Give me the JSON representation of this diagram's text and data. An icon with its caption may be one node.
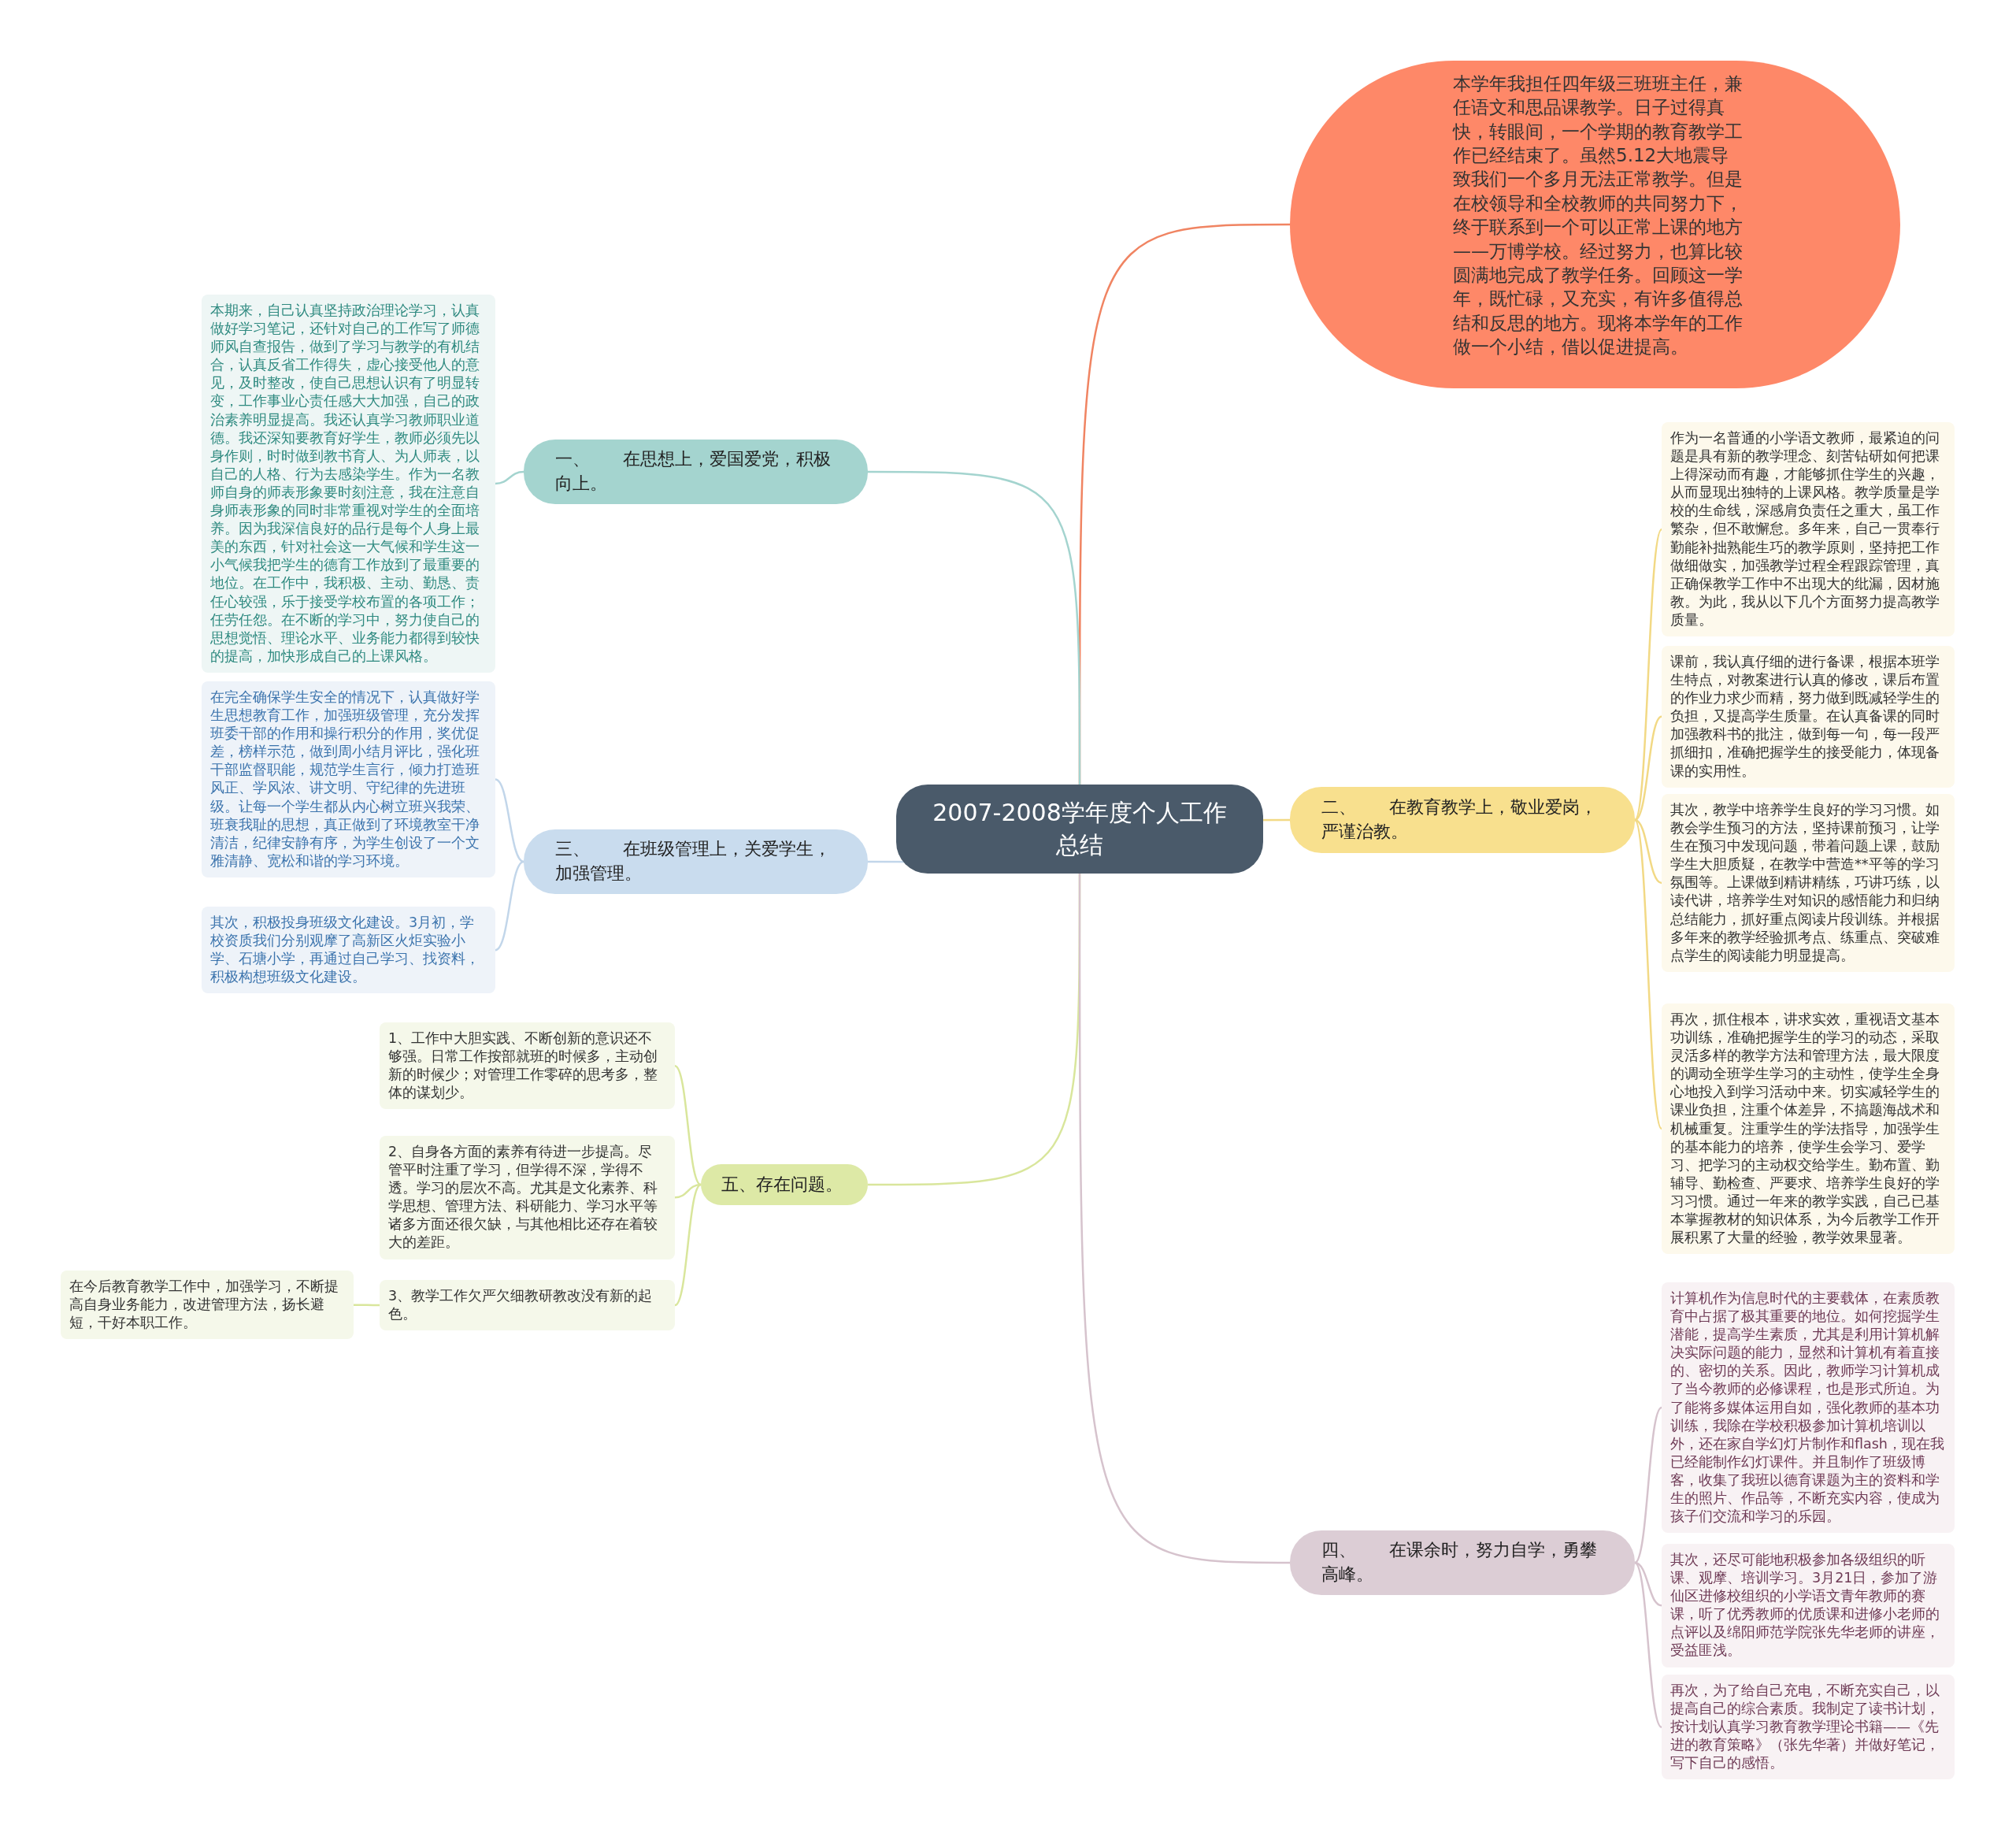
{
  "diagram": {
    "nodes": [
      {
        "text": [
          "2007-2008学年度个人工作总结"
        ]
      },
      {
        "text": [
          "本学年我担任四年级三班班主任，兼任语文和思品课教学。日子过得真快，转眼间，一个学期的教育教学工作已经结束了。虽然5.12大地震导致我们一个多月无法正常教学。但是在校领导和全校教师的共同努力下，终于联系到一个可以正常上课的地方——万博学校。经过努力，也算比较圆满地完成了教学任务。回顾这一学年，既忙碌，又充实，有许多值得总结和反思的地方。现将本学年的工作做一个小结，借以促进提高。"
        ]
      },
      {
        "text": [
          "一、      在思想上，爱国爱党，积极向上。"
        ]
      },
      {
        "text": [
          "本期来，自己认真坚持政治理论学习，认真做好学习笔记，还针对自己的工作写了师德师风自查报告，做到了学习与教学的有机结合，认真反省工作得失，虚心接受他人的意见，及时整改，使自己思想认识有了明显转变，工作事业心责任感大大加强，自己的政治素养明显提高。我还认真学习教师职业道德。我还深知要教育好学生，教师必须先以身作则，时时做到教书育人、为人师表，以自己的人格、行为去感染学生。作为一名教师自身的师表形象要时刻注意，我在注意自身师表形象的同时非常重视对学生的全面培养。因为我深信良好的品行是每个人身上最美的东西，针对社会这一大气候和学生这一小气候我把学生的德育工作放到了最重要的地位。在工作中，我积极、主动、勤恳、责任心较强，乐于接受学校布置的各项工作；任劳任怨。在不断的学习中，努力使自己的思想觉悟、理论水平、业务能力都得到较快的提高，加快形成自己的上课风格。"
        ]
      },
      {
        "text": [
          "三、      在班级管理上，关爱学生，加强管理。"
        ]
      },
      {
        "text": [
          "在完全确保学生安全的情况下，认真做好学生思想教育工作，加强班级管理，充分发挥班委干部的作用和操行积分的作用，奖优促差，榜样示范，做到周小结月评比，强化班干部监督职能，规范学生言行，倾力打造班风正、学风浓、讲文明、守纪律的先进班级。让每一个学生都从内心树立班兴我荣、班衰我耻的思想，真正做到了环境教室干净清洁，纪律安静有序，为学生创设了一个文雅清静、宽松和谐的学习环境。"
        ]
      },
      {
        "text": [
          "其次，积极投身班级文化建设。3月初，学校资质我们分别观摩了高新区火炬实验小学、石塘小学，再通过自己学习、找资料，积极构想班级文化建设。"
        ]
      },
      {
        "text": [
          "五、存在问题。"
        ]
      },
      {
        "text": [
          "1、工作中大胆实践、不断创新的意识还不够强。日常工作按部就班的时候多，主动创新的时候少；对管理工作零碎的思考多，整体的谋划少。"
        ]
      },
      {
        "text": [
          "2、自身各方面的素养有待进一步提高。尽管平时注重了学习，但学得不深，学得不透。学习的层次不高。尤其是文化素养、科学思想、管理方法、科研能力、学习水平等诸多方面还很欠缺，与其他相比还存在着较大的差距。"
        ]
      },
      {
        "text": [
          "3、教学工作欠严欠细教研教改没有新的起色。"
        ]
      },
      {
        "text": [
          "在今后教育教学工作中，加强学习，不断提高自身业务能力，改进管理方法，扬长避短，干好本职工作。"
        ]
      },
      {
        "text": [
          "二、      在教育教学上，敬业爱岗，严谨治教。"
        ]
      },
      {
        "text": [
          "作为一名普通的小学语文教师，最紧迫的问题是具有新的教学理念、刻苦钻研如何把课上得深动而有趣，才能够抓住学生的兴趣，从而显现出独特的上课风格。教学质量是学校的生命线，深感肩负责任之重大，虽工作繁杂，但不敢懈怠。多年来，自己一贯奉行勤能补拙熟能生巧的教学原则，坚持把工作做细做实，加强教学过程全程跟踪管理，真正确保教学工作中不出现大的纰漏，因材施教。为此，我从以下几个方面努力提高教学质量。"
        ]
      },
      {
        "text": [
          "课前，我认真仔细的进行备课，根据本班学生特点，对教案进行认真的修改，课后布置的作业力求少而精，努力做到既减轻学生的负担，又提高学生质量。在认真备课的同时加强教科书的批注，做到每一句，每一段严抓细扣，准确把握学生的接受能力，体现备课的实用性。"
        ]
      },
      {
        "text": [
          "其次，教学中培养学生良好的学习习惯。如教会学生预习的方法，坚持课前预习，让学生在预习中发现问题，带着问题上课，鼓励学生大胆质疑，在教学中营造**平等的学习氛围等。上课做到精讲精练，巧讲巧练，以读代讲，培养学生对知识的感悟能力和归纳总结能力，抓好重点阅读片段训练。并根据多年来的教学经验抓考点、练重点、突破难点学生的阅读能力明显提高。"
        ]
      },
      {
        "text": [
          "再次，抓住根本，讲求实效，重视语文基本功训练，准确把握学生的学习的动态，采取灵活多样的教学方法和管理方法，最大限度的调动全班学生学习的主动性，使学生全身心地投入到学习活动中来。切实减轻学生的课业负担，注重个体差异，不搞题海战术和机械重复。注重学生的学法指导，加强学生的基本能力的培养，使学生会学习、爱学习、把学习的主动权交给学生。勤布置、勤辅导、勤检查、严要求、培养学生良好的学习习惯。通过一年来的教学实践，自己已基本掌握教材的知识体系，为今后教学工作开展积累了大量的经验，教学效果显著。"
        ]
      },
      {
        "text": [
          "四、      在课余时，努力自学，勇攀高峰。"
        ]
      },
      {
        "text": [
          "计算机作为信息时代的主要载体，在素质教育中占据了极其重要的地位。如何挖掘学生潜能，提高学生素质，尤其是利用计算机解决实际问题的能力，显然和计算机有着直接的、密切的关系。因此，教师学习计算机成了当今教师的必修课程，也是形式所迫。为了能将多媒体运用自如，强化教师的基本功训练，我除在学校积极参加计算机培训以外，还在家自学幻灯片制作和flash，现在我已经能制作幻灯课件。并且制作了班级博客，收集了我班以德育课题为主的资料和学生的照片、作品等，不断充实内容，使成为孩子们交流和学习的乐园。"
        ]
      },
      {
        "text": [
          "其次，还尽可能地积极参加各级组织的听课、观摩、培训学习。3月21日，参加了游仙区进修校组织的小学语文青年教师的赛课，听了优秀教师的优质课和进修小老师的点评以及绵阳师范学院张先华老师的讲座，受益匪浅。"
        ]
      },
      {
        "text": [
          "再次，为了给自己充电，不断充实自己，以提高自己的综合素质。我制定了读书计划，按计划认真学习教育教学理论书籍——《先进的教育策略》（张先华著）并做好笔记，写下自己的感悟。"
        ]
      }
    ],
    "edges": [
      {
        "from": 0,
        "to": 1,
        "arrow": "none",
        "color": "#f08462"
      },
      {
        "from": 0,
        "to": 2,
        "arrow": "none",
        "color": "#a4d4cf"
      },
      {
        "from": 2,
        "to": 3,
        "arrow": "none",
        "color": "#a4d4cf"
      },
      {
        "from": 0,
        "to": 4,
        "arrow": "none",
        "color": "#c2d6ea"
      },
      {
        "from": 4,
        "to": 5,
        "arrow": "none",
        "color": "#c2d6ea"
      },
      {
        "from": 4,
        "to": 6,
        "arrow": "none",
        "color": "#c2d6ea"
      },
      {
        "from": 0,
        "to": 7,
        "arrow": "none",
        "color": "#d9e69c"
      },
      {
        "from": 7,
        "to": 8,
        "arrow": "none",
        "color": "#d9e69c"
      },
      {
        "from": 7,
        "to": 9,
        "arrow": "none",
        "color": "#d9e69c"
      },
      {
        "from": 7,
        "to": 10,
        "arrow": "none",
        "color": "#d9e69c"
      },
      {
        "from": 10,
        "to": 11,
        "arrow": "none",
        "color": "#d9e69c"
      },
      {
        "from": 0,
        "to": 12,
        "arrow": "none",
        "color": "#f2d985"
      },
      {
        "from": 12,
        "to": 13,
        "arrow": "none",
        "color": "#f2d985"
      },
      {
        "from": 12,
        "to": 14,
        "arrow": "none",
        "color": "#f2d985"
      },
      {
        "from": 12,
        "to": 15,
        "arrow": "none",
        "color": "#f2d985"
      },
      {
        "from": 12,
        "to": 16,
        "arrow": "none",
        "color": "#f2d985"
      },
      {
        "from": 0,
        "to": 17,
        "arrow": "none",
        "color": "#d6c3cd"
      },
      {
        "from": 17,
        "to": 18,
        "arrow": "none",
        "color": "#d6c3cd"
      },
      {
        "from": 17,
        "to": 19,
        "arrow": "none",
        "color": "#d6c3cd"
      },
      {
        "from": 17,
        "to": 20,
        "arrow": "none",
        "color": "#d6c3cd"
      }
    ]
  }
}
